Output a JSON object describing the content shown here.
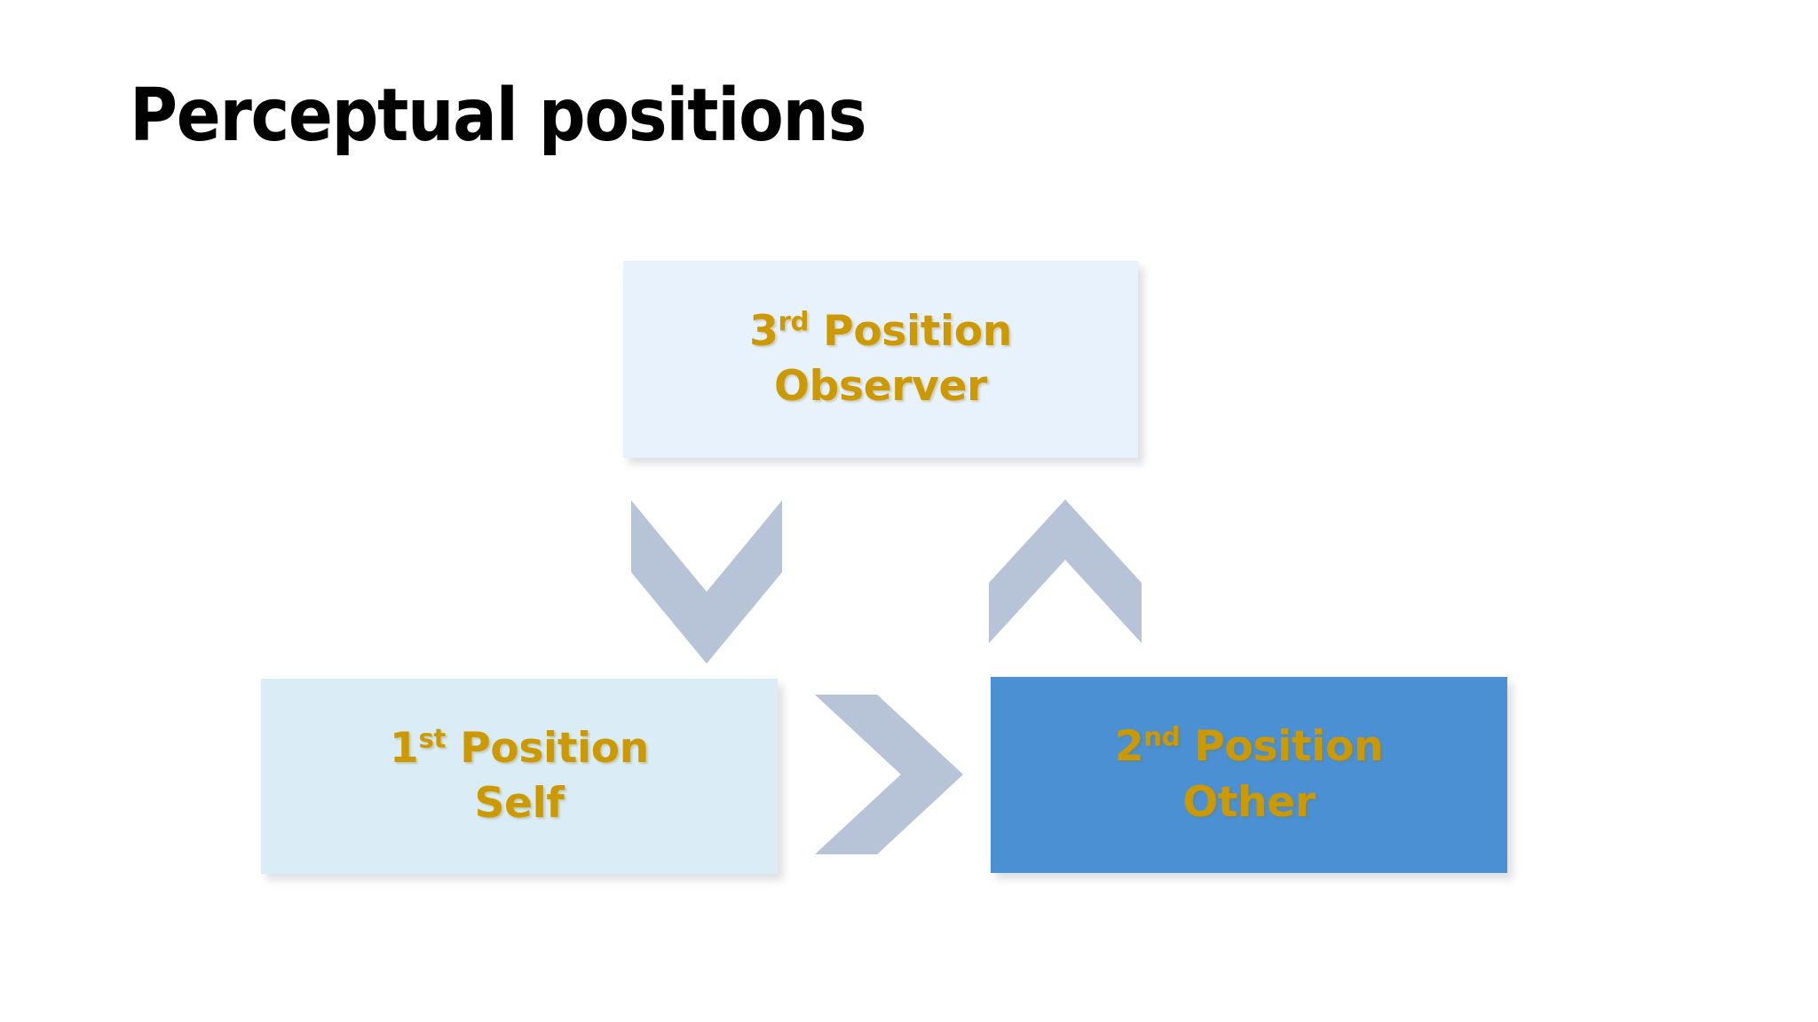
{
  "slide": {
    "background_color": "#ffffff",
    "title": "Perceptual positions",
    "title_color": "#000000"
  },
  "diagram": {
    "name": "perceptual-positions-triangle",
    "accent_colors": {
      "text_gold": "#cc9a00",
      "box_light_blue": "#e8f2fd",
      "box_pale_blue": "#daedf6",
      "box_solid_blue": "#4a90d2",
      "arrow_gray_blue": "#b7c3d7"
    },
    "boxes": [
      {
        "id": "third-position",
        "ordinal": "3",
        "ordinal_suffix": "rd",
        "position_label": "Position",
        "role": "Observer",
        "fill": "#e8f2fd",
        "text_color": "#cc9a00"
      },
      {
        "id": "first-position",
        "ordinal": "1",
        "ordinal_suffix": "st",
        "position_label": "Position",
        "role": "Self",
        "fill": "#daedf6",
        "text_color": "#cc9a00"
      },
      {
        "id": "second-position",
        "ordinal": "2",
        "ordinal_suffix": "nd",
        "position_label": "Position",
        "role": "Other",
        "fill": "#4a90d2",
        "text_color": "#cc9a00"
      }
    ],
    "arrows": [
      {
        "id": "arrow-down",
        "direction": "down",
        "from": "third-position",
        "to": "first-position",
        "fill": "#b7c3d7"
      },
      {
        "id": "arrow-up",
        "direction": "up",
        "from": "second-position",
        "to": "third-position",
        "fill": "#b7c3d7"
      },
      {
        "id": "arrow-right",
        "direction": "right",
        "from": "first-position",
        "to": "second-position",
        "fill": "#b7c3d7"
      }
    ]
  }
}
